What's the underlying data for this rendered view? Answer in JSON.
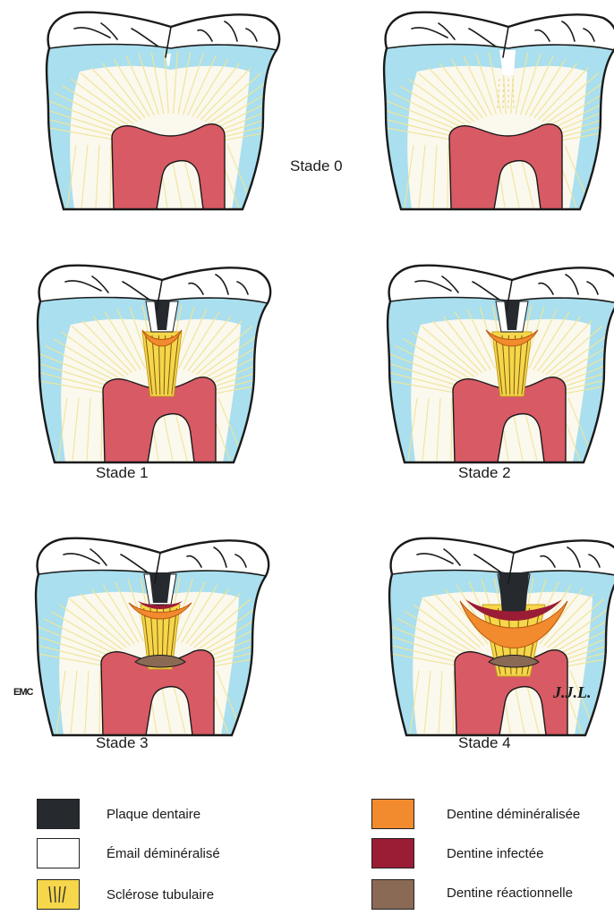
{
  "stages": [
    {
      "label": "Stade 0"
    },
    {
      "label": "Stade 1"
    },
    {
      "label": "Stade 2"
    },
    {
      "label": "Stade 3"
    },
    {
      "label": "Stade 4"
    }
  ],
  "signatures": {
    "left": "EMC",
    "right": "J.J.L."
  },
  "legend": [
    {
      "label": "Plaque dentaire",
      "color": "#26292e"
    },
    {
      "label": "Émail déminéralisé",
      "color": "#ffffff"
    },
    {
      "label": "Sclérose tubulaire",
      "color": "#f6d64a"
    },
    {
      "label": "Dentine déminéralisée",
      "color": "#f28a2e"
    },
    {
      "label": "Dentine infectée",
      "color": "#9b1c35"
    },
    {
      "label": "Dentine réactionnelle",
      "color": "#8a6a55"
    }
  ],
  "colors": {
    "enamel": "#a9dfee",
    "dentin": "#fbf8ee",
    "tubule": "#efe59a",
    "pulp": "#d85a64",
    "outline": "#1a1a1a"
  }
}
